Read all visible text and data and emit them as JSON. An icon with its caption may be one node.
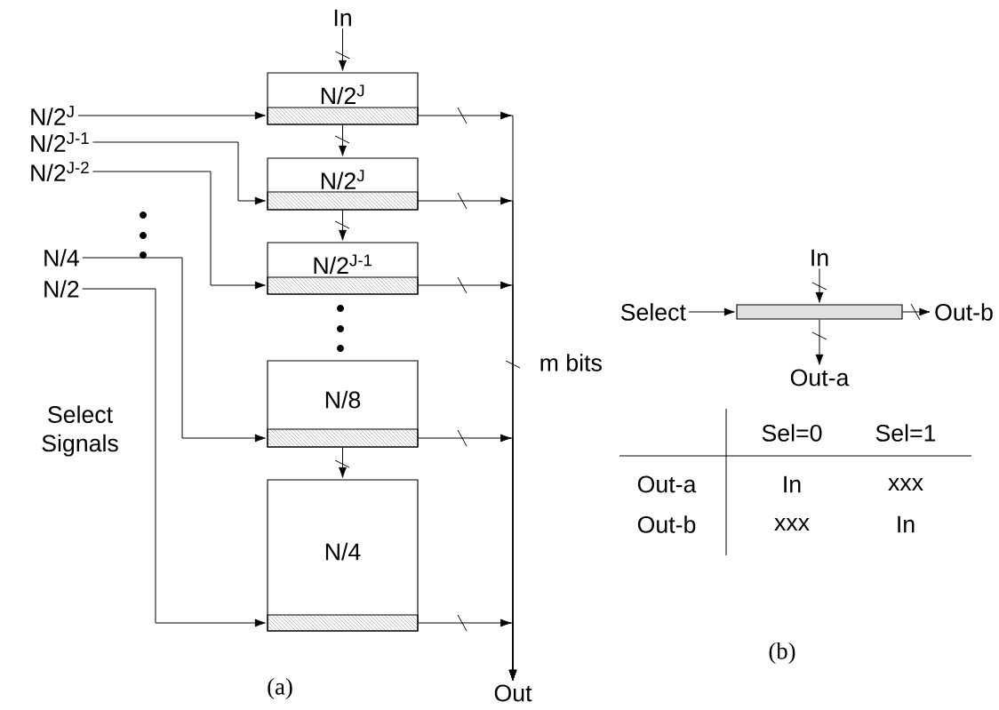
{
  "diagram": {
    "nodes": [
      {
        "text": [
          "In"
        ]
      },
      {
        "text": [
          "N/2$^{J}$"
        ]
      },
      {
        "text": [
          "N/2$^{J}$"
        ]
      },
      {
        "text": [
          "N/2$^{J-1}$"
        ]
      },
      {
        "text": [
          "N/8"
        ]
      },
      {
        "text": [
          "N/4"
        ]
      },
      {
        "text": [
          "N/2$^{J}$"
        ]
      },
      {
        "text": [
          "N/2$^{J-1}$"
        ]
      },
      {
        "text": [
          "N/2$^{J-2}$"
        ]
      },
      {
        "text": [
          "N/4"
        ]
      },
      {
        "text": [
          "N/2"
        ]
      },
      {
        "text": [
          "Out"
        ]
      },
      {
        "text": [
          "In"
        ]
      },
      {
        "text": [],
        "shape": "box"
      },
      {
        "text": [
          "Select"
        ]
      },
      {
        "text": [
          "Out-b"
        ]
      },
      {
        "text": [
          "Out-a"
        ]
      }
    ],
    "edges": [
      {
        "from": 0,
        "to": 1,
        "arrow": "to"
      },
      {
        "from": 1,
        "to": 2,
        "arrow": "to"
      },
      {
        "from": 2,
        "to": 3,
        "arrow": "to"
      },
      {
        "from": 4,
        "to": 5,
        "arrow": "to"
      },
      {
        "from": 6,
        "to": 1,
        "arrow": "to"
      },
      {
        "from": 7,
        "to": 2,
        "arrow": "to"
      },
      {
        "from": 8,
        "to": 3,
        "arrow": "to"
      },
      {
        "from": 9,
        "to": 4,
        "arrow": "to"
      },
      {
        "from": 10,
        "to": 5,
        "arrow": "to"
      },
      {
        "from": 1,
        "to": 11,
        "arrow": "to"
      },
      {
        "from": 2,
        "to": 11,
        "arrow": "to"
      },
      {
        "from": 3,
        "to": 11,
        "arrow": "to"
      },
      {
        "from": 4,
        "to": 11,
        "arrow": "to"
      },
      {
        "from": 5,
        "to": 11,
        "arrow": "to"
      },
      {
        "from": 12,
        "to": 13,
        "arrow": "to"
      },
      {
        "from": 14,
        "to": 13,
        "arrow": "to"
      },
      {
        "from": 13,
        "to": 15,
        "arrow": "to"
      },
      {
        "from": 13,
        "to": 16,
        "arrow": "to"
      }
    ],
    "labels": [
      "m bits",
      "Select Signals",
      "Sel=0",
      "Sel=1",
      "Out-a",
      "In",
      "xxx",
      "Out-b",
      "xxx",
      "In",
      "(b)",
      "(a)"
    ]
  }
}
